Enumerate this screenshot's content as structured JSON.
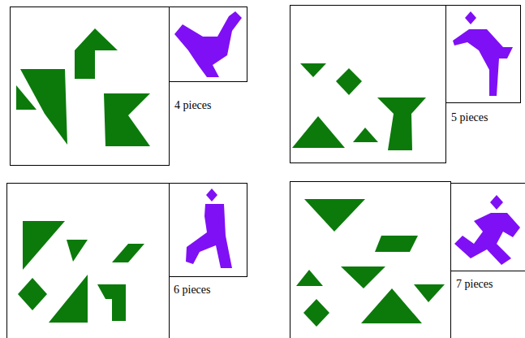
{
  "diagram": {
    "labels": [
      "4 pieces",
      "5 pieces",
      "6 pieces",
      "7 pieces"
    ]
  }
}
